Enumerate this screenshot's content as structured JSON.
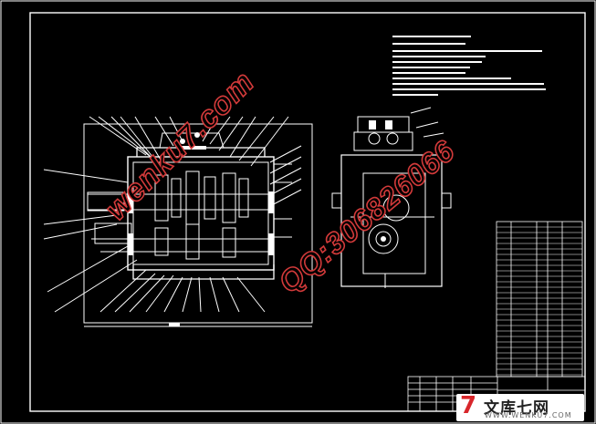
{
  "watermarks": {
    "site": "wenku7.com",
    "qq": "QQ:306826066"
  },
  "logo": {
    "mark": "7",
    "cn_text": "文库七网",
    "en_text": "WWW.WENKU7.COM"
  },
  "colors": {
    "background": "#000000",
    "lines": "#ffffff",
    "watermark": "#d23a3a"
  }
}
